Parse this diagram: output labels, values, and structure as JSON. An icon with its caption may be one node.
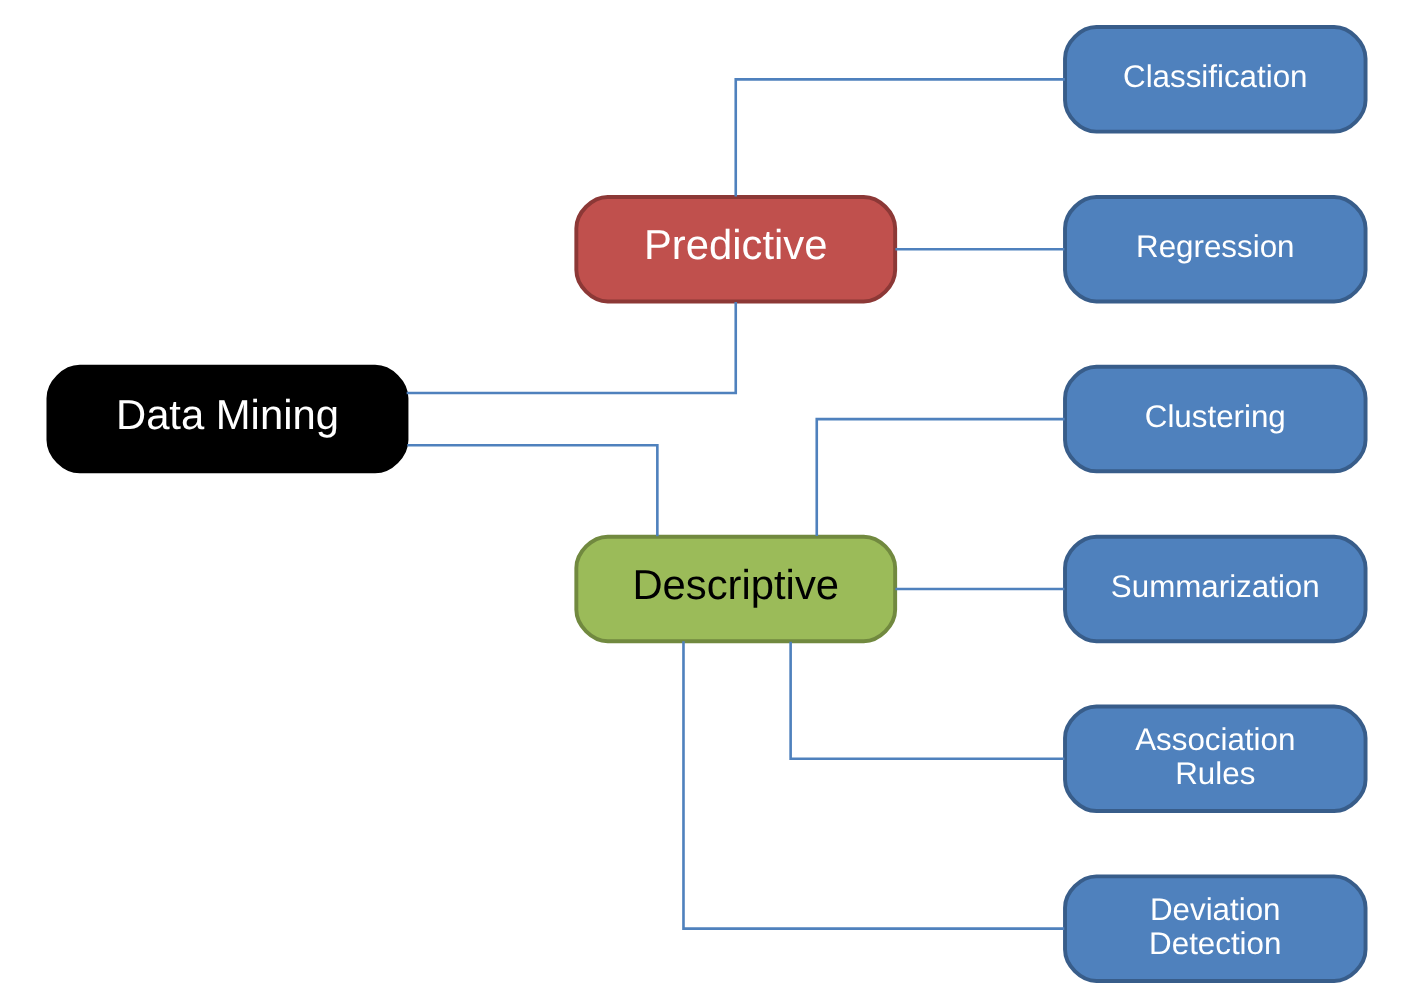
{
  "diagram": {
    "nodes": [
      {
        "text": [
          "Data Mining"
        ]
      },
      {
        "text": [
          "Predictive"
        ]
      },
      {
        "text": [
          "Descriptive"
        ]
      },
      {
        "text": [
          "Classification"
        ]
      },
      {
        "text": [
          "Regression"
        ]
      },
      {
        "text": [
          "Clustering"
        ]
      },
      {
        "text": [
          "Summarization"
        ]
      },
      {
        "text": [
          "Association Rules"
        ]
      },
      {
        "text": [
          "Deviation Detection"
        ]
      }
    ],
    "edges": [
      {
        "from": 0,
        "to": 1,
        "arrow": "none"
      },
      {
        "from": 0,
        "to": 2,
        "arrow": "none"
      },
      {
        "from": 1,
        "to": 3,
        "arrow": "none"
      },
      {
        "from": 1,
        "to": 4,
        "arrow": "none"
      },
      {
        "from": 2,
        "to": 5,
        "arrow": "none"
      },
      {
        "from": 2,
        "to": 6,
        "arrow": "none"
      },
      {
        "from": 2,
        "to": 7,
        "arrow": "none"
      },
      {
        "from": 2,
        "to": 8,
        "arrow": "none"
      }
    ]
  }
}
